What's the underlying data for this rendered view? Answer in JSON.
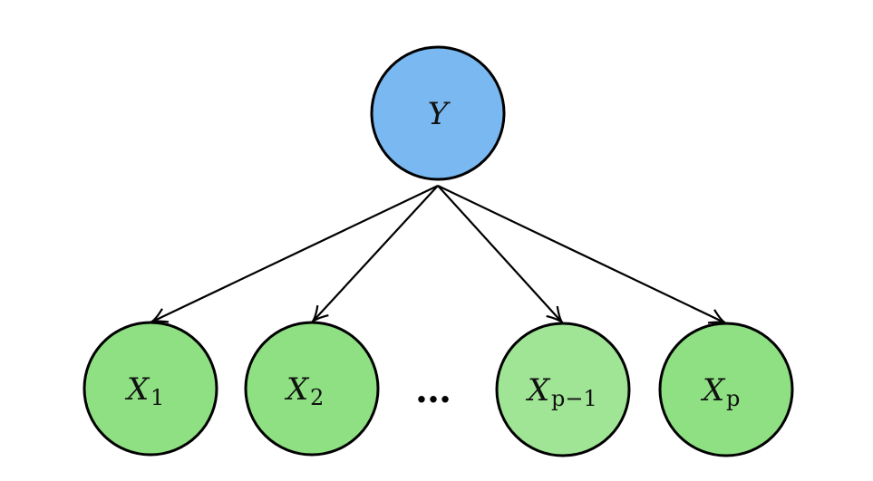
{
  "diagram": {
    "type": "naive-bayes-graph",
    "root": {
      "id": "Y",
      "label": "Y",
      "color": "#79b8f0"
    },
    "children": [
      {
        "id": "X1",
        "label": "X",
        "subscript": "1",
        "color": "#8ee083"
      },
      {
        "id": "X2",
        "label": "X",
        "subscript": "2",
        "color": "#8ee083"
      },
      {
        "id": "Xp-1",
        "label": "X",
        "subscript": "p−1",
        "color": "#a0e596"
      },
      {
        "id": "Xp",
        "label": "X",
        "subscript": "p",
        "color": "#8ee083"
      }
    ],
    "ellipsis": "…",
    "edges": [
      {
        "from": "Y",
        "to": "X1"
      },
      {
        "from": "Y",
        "to": "X2"
      },
      {
        "from": "Y",
        "to": "Xp-1"
      },
      {
        "from": "Y",
        "to": "Xp"
      }
    ]
  }
}
